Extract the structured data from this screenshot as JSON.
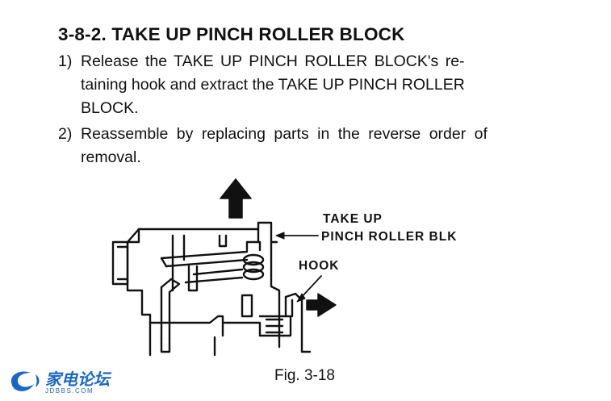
{
  "section": {
    "title": "3-8-2. TAKE UP PINCH ROLLER BLOCK"
  },
  "steps": [
    {
      "number": "1)",
      "lines": [
        "Release the TAKE UP PINCH ROLLER BLOCK's re-",
        "taining hook and extract the TAKE UP PINCH ROLLER",
        "BLOCK."
      ]
    },
    {
      "number": "2)",
      "lines": [
        "Reassemble by replacing parts in the reverse order of",
        "removal."
      ]
    }
  ],
  "figure": {
    "label_part_line1": "TAKE UP",
    "label_part_line2": "PINCH ROLLER BLK",
    "label_hook": "HOOK",
    "caption": "Fig. 3-18"
  },
  "watermark": {
    "name": "家电论坛",
    "site": "JDBBS.COM",
    "color": "#1a67c8"
  }
}
